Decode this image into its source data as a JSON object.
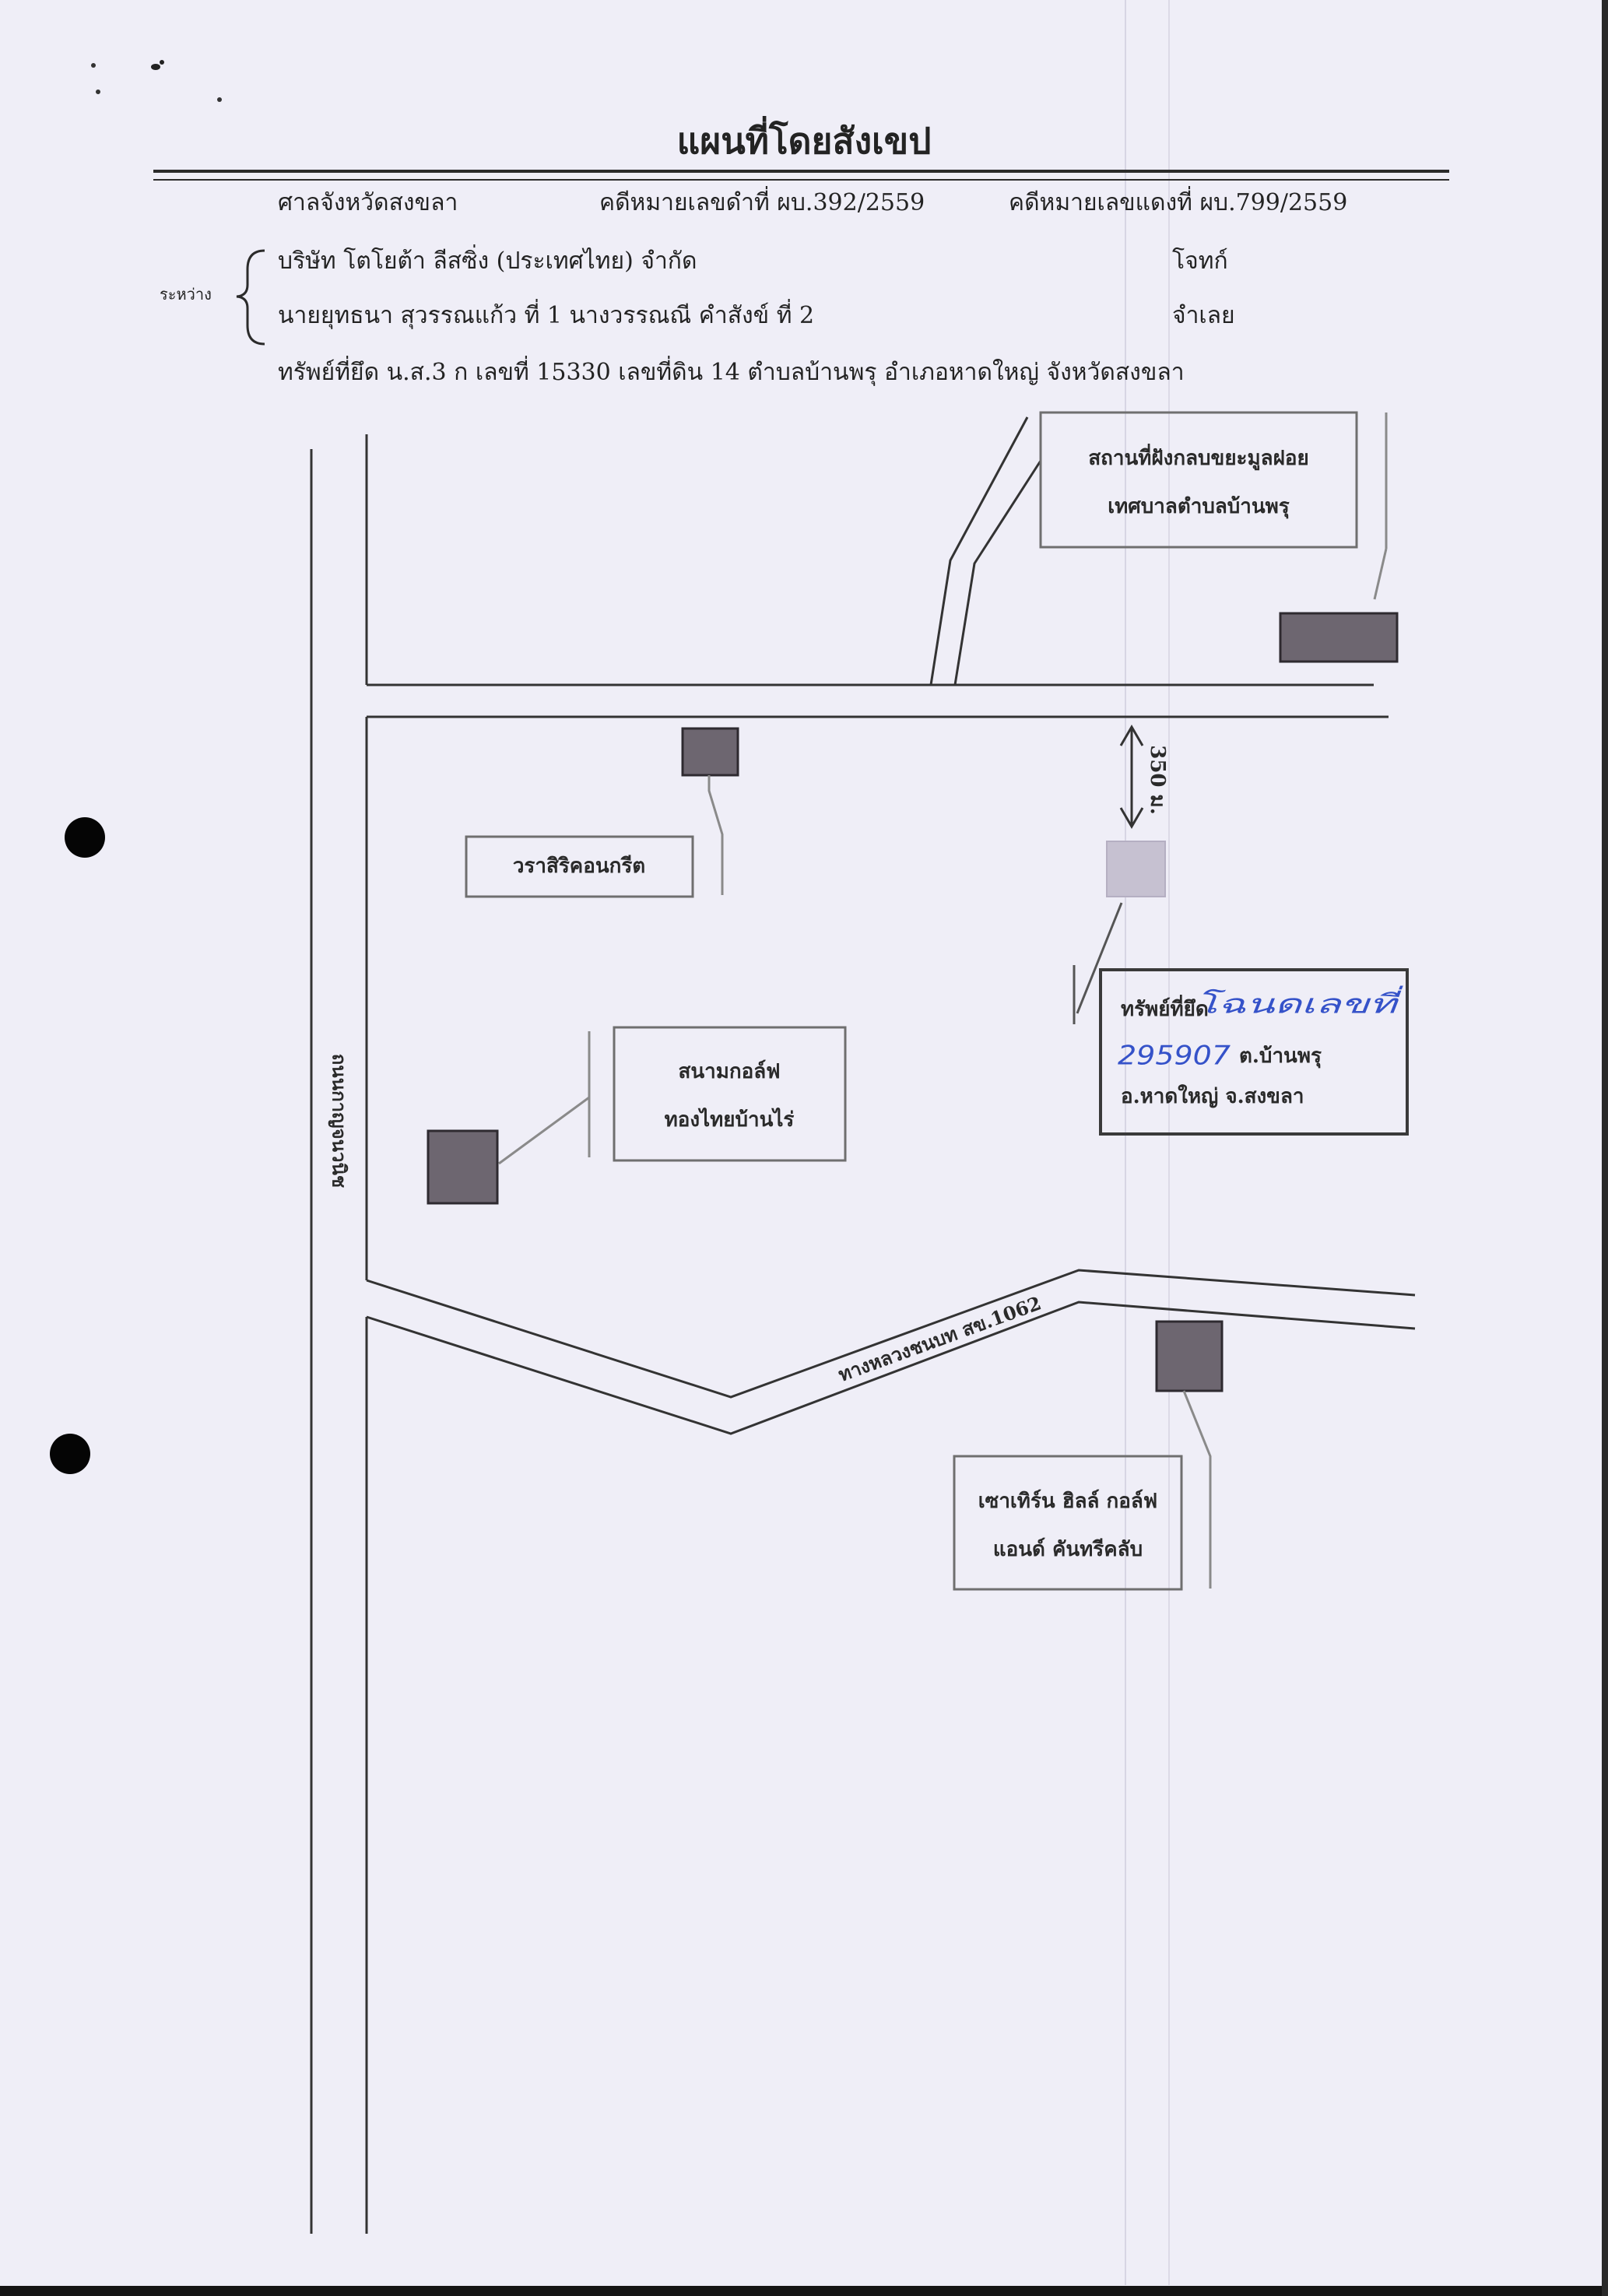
{
  "document": {
    "title": "แผนที่โดยสังเขป",
    "court": "ศาลจังหวัดสงขลา",
    "black_case_no": "คดีหมายเลขดำที่ ผบ.392/2559",
    "red_case_no": "คดีหมายเลขแดงที่ ผบ.799/2559",
    "between_label": "ระหว่าง",
    "plaintiff": "บริษัท โตโยต้า ลีสซิ่ง (ประเทศไทย) จำกัด",
    "plaintiff_role": "โจทก์",
    "defendant": "นายยุทธนา สุวรรณแก้ว ที่ 1 นางวรรณณี คำสังข์ ที่ 2",
    "defendant_role": "จำเลย",
    "seized_property": "ทรัพย์ที่ยึด น.ส.3 ก เลขที่ 15330 เลขที่ดิน 14 ตำบลบ้านพรุ อำเภอหาดใหญ่ จังหวัดสงขลา"
  },
  "map": {
    "roads": {
      "kanjanavanit": "ถนนกาญจนวนิช",
      "rural_highway": "ทางหลวงชนบท สข.1062"
    },
    "distance_label": "350 ม.",
    "landmarks": {
      "landfill": [
        "สถานที่ฝังกลบขยะมูลฝอย",
        "เทศบาลตำบลบ้านพรุ"
      ],
      "varasiri": "วราสิริคอนกรีต",
      "golf_thongthai": [
        "สนามกอล์ฟ",
        "ทองไทยบ้านไร่"
      ],
      "southern_hills": [
        "เซาเทิร์น ฮิลล์ กอล์ฟ",
        "แอนด์ คันทรีคลับ"
      ]
    },
    "seized": {
      "label": "ทรัพย์ที่ยึด",
      "handwritten_deed": "โฉนดเลขที่",
      "handwritten_number": "295907",
      "subdistrict": "ต.บ้านพรุ",
      "district_province": "อ.หาดใหญ่ จ.สงขลา"
    }
  },
  "colors": {
    "paper": "#efeef7",
    "handwriting_ink": "#3552c9",
    "building_fill": "#6d6670",
    "seized_plot_fill": "#c6c1d1"
  }
}
